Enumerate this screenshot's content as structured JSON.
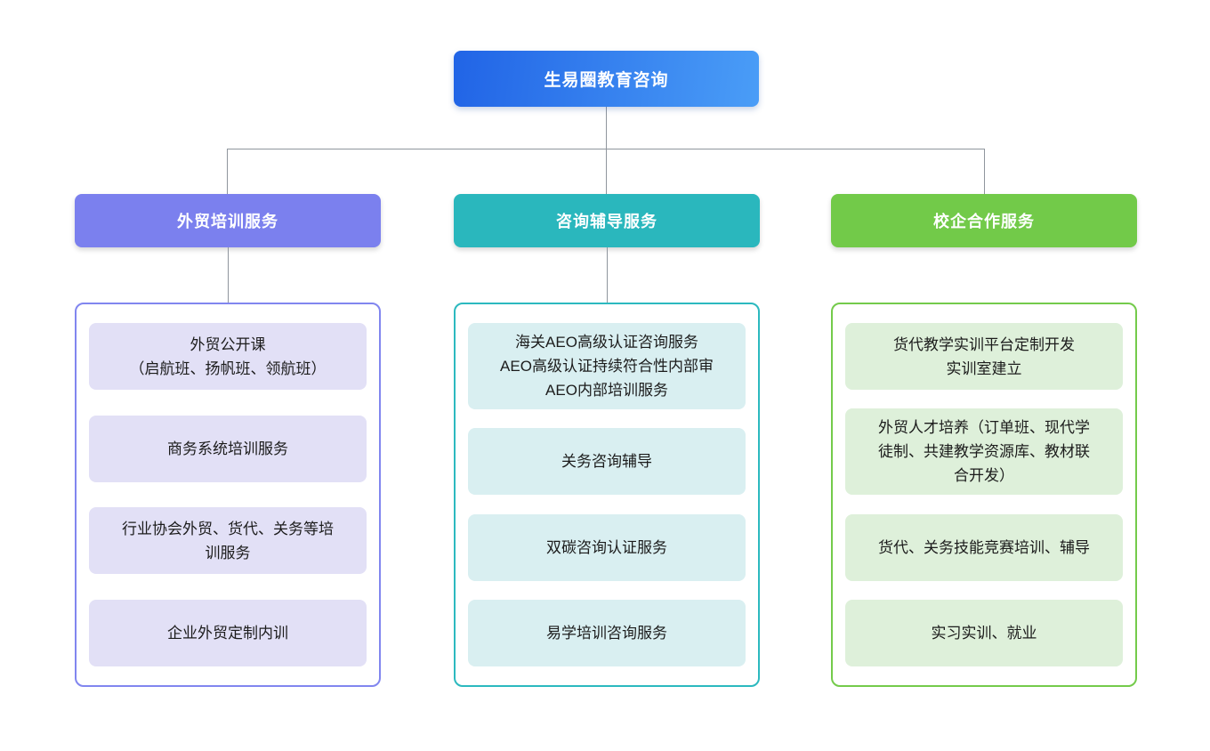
{
  "root": {
    "label": "生易圈教育咨询",
    "gradient_from": "#2164e6",
    "gradient_to": "#4a9df7"
  },
  "connector_color": "#8f959d",
  "branches": [
    {
      "label": "外贸培训服务",
      "header_color": "#7b80ee",
      "border_color": "#8186ef",
      "item_bg": "#e2e0f6",
      "has_stub": true,
      "items": [
        "外贸公开课\n（启航班、扬帆班、领航班）",
        "商务系统培训服务",
        "行业协会外贸、货代、关务等培\n训服务",
        "企业外贸定制内训"
      ]
    },
    {
      "label": "咨询辅导服务",
      "header_color": "#2ab7bd",
      "border_color": "#2cb9bf",
      "item_bg": "#d9eff1",
      "has_stub": true,
      "items": [
        "海关AEO高级认证咨询服务\nAEO高级认证持续符合性内部审\nAEO内部培训服务",
        "关务咨询辅导",
        "双碳咨询认证服务",
        "易学培训咨询服务"
      ]
    },
    {
      "label": "校企合作服务",
      "header_color": "#72ca49",
      "border_color": "#74cb4b",
      "item_bg": "#def0da",
      "has_stub": false,
      "items": [
        "货代教学实训平台定制开发\n实训室建立",
        "外贸人才培养（订单班、现代学\n徒制、共建教学资源库、教材联\n合开发）",
        "货代、关务技能竞赛培训、辅导",
        "实习实训、就业"
      ]
    }
  ]
}
